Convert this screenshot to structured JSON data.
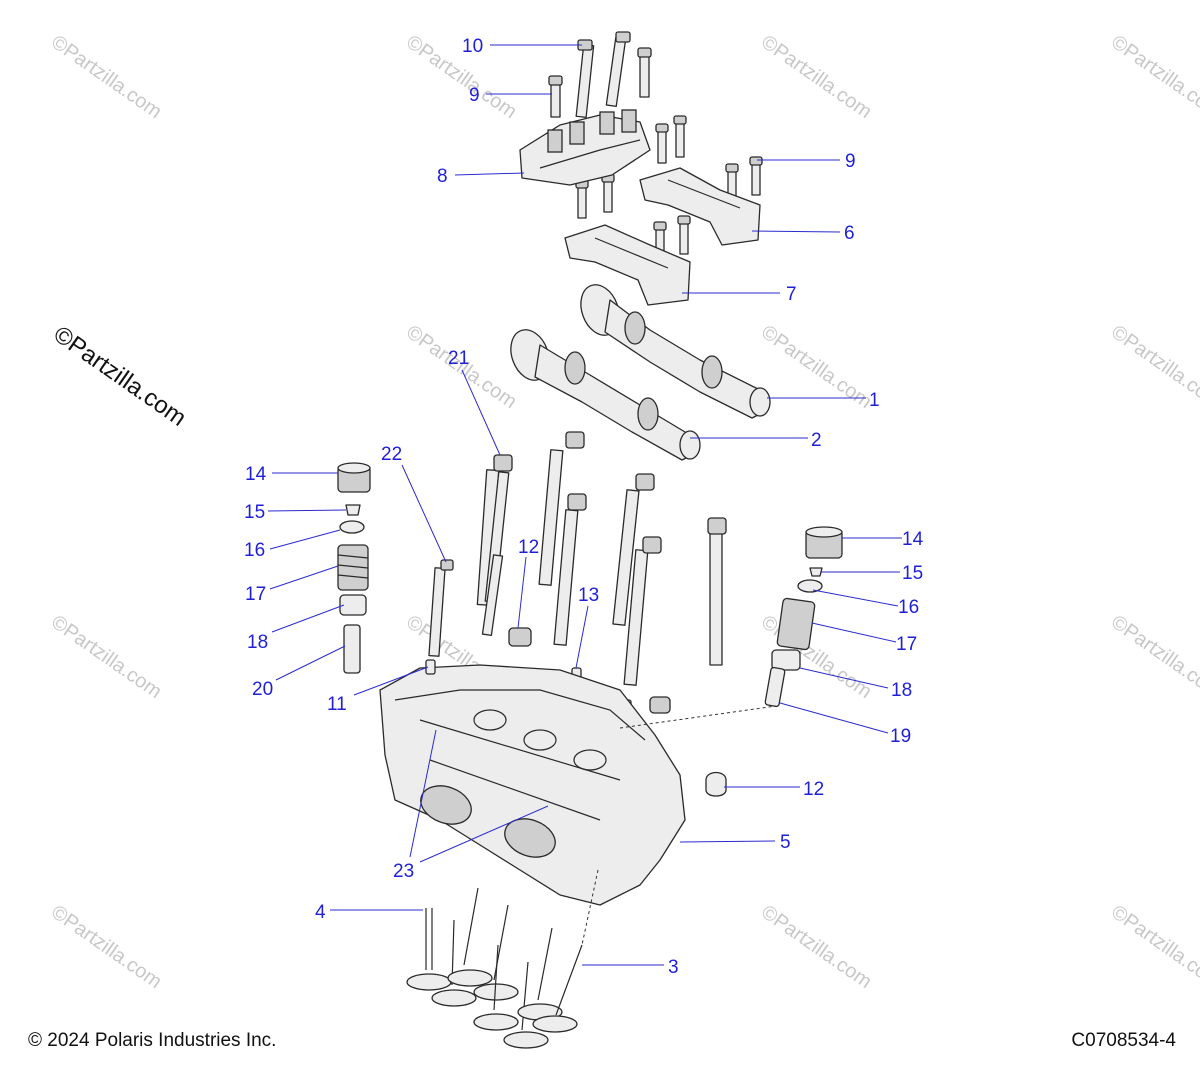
{
  "watermark": {
    "text": "©Partzilla.com"
  },
  "callouts": [
    {
      "number": "10"
    },
    {
      "number": "9"
    },
    {
      "number": "8"
    },
    {
      "number": "9"
    },
    {
      "number": "6"
    },
    {
      "number": "7"
    },
    {
      "number": "1"
    },
    {
      "number": "21"
    },
    {
      "number": "2"
    },
    {
      "number": "14"
    },
    {
      "number": "22"
    },
    {
      "number": "15"
    },
    {
      "number": "16"
    },
    {
      "number": "12"
    },
    {
      "number": "14"
    },
    {
      "number": "15"
    },
    {
      "number": "17"
    },
    {
      "number": "13"
    },
    {
      "number": "16"
    },
    {
      "number": "18"
    },
    {
      "number": "17"
    },
    {
      "number": "20"
    },
    {
      "number": "11"
    },
    {
      "number": "18"
    },
    {
      "number": "19"
    },
    {
      "number": "12"
    },
    {
      "number": "5"
    },
    {
      "number": "23"
    },
    {
      "number": "4"
    },
    {
      "number": "3"
    }
  ],
  "footer": {
    "copyright": "© 2024 Polaris Industries Inc.",
    "drawing_number": "C0708534-4"
  },
  "colors": {
    "callout": "#1f1fd6",
    "leader": "#2b2bd0",
    "watermark": "#c8c8c8"
  }
}
